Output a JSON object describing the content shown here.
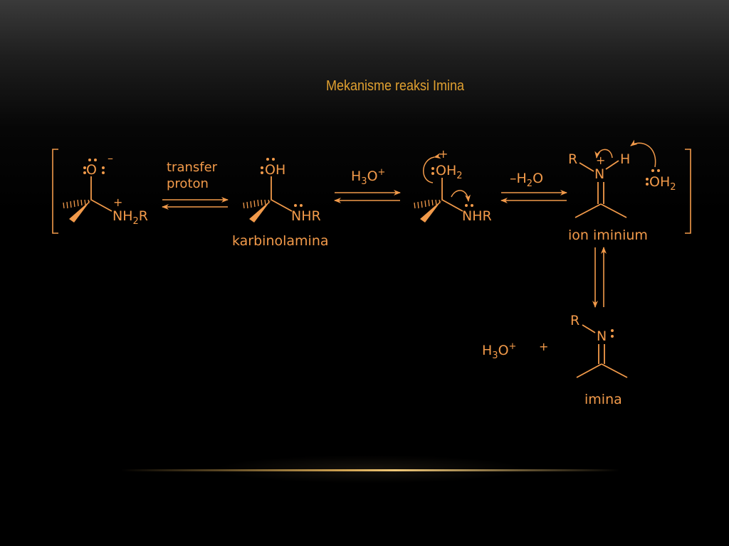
{
  "slide": {
    "title": "Mekanisme reaksi Imina"
  },
  "colors": {
    "structure": "#f29a4a",
    "title": "#e0a030",
    "background": "#000000"
  },
  "mechanism": {
    "step1": {
      "oxygen": "O",
      "charge_neg": "–",
      "amine": "NH",
      "amine_sub": "2",
      "amine_r": "R",
      "charge_pos": "+"
    },
    "arrow1": {
      "label_line1": "transfer",
      "label_line2": "proton"
    },
    "step2": {
      "hydroxyl": "OH",
      "amine": "NHR",
      "caption": "karbinolamina"
    },
    "arrow2": {
      "reagent_h": "H",
      "reagent_sub": "3",
      "reagent_o": "O",
      "reagent_sup": "+"
    },
    "step3": {
      "oxonium": "OH",
      "oxonium_sub": "2",
      "charge_pos": "+",
      "amine": "NHR"
    },
    "arrow3": {
      "reagent_minus": "–H",
      "reagent_sub": "2",
      "reagent_o": "O"
    },
    "step4": {
      "r_label": "R",
      "n_label": "N",
      "h_label": "H",
      "charge_pos": "+",
      "water": "OH",
      "water_sub": "2",
      "caption": "ion iminium"
    },
    "step5": {
      "r_label": "R",
      "n_label": "N",
      "caption": "imina",
      "byproduct_h": "H",
      "byproduct_sub": "3",
      "byproduct_o": "O",
      "byproduct_sup": "+",
      "plus": "+"
    }
  }
}
